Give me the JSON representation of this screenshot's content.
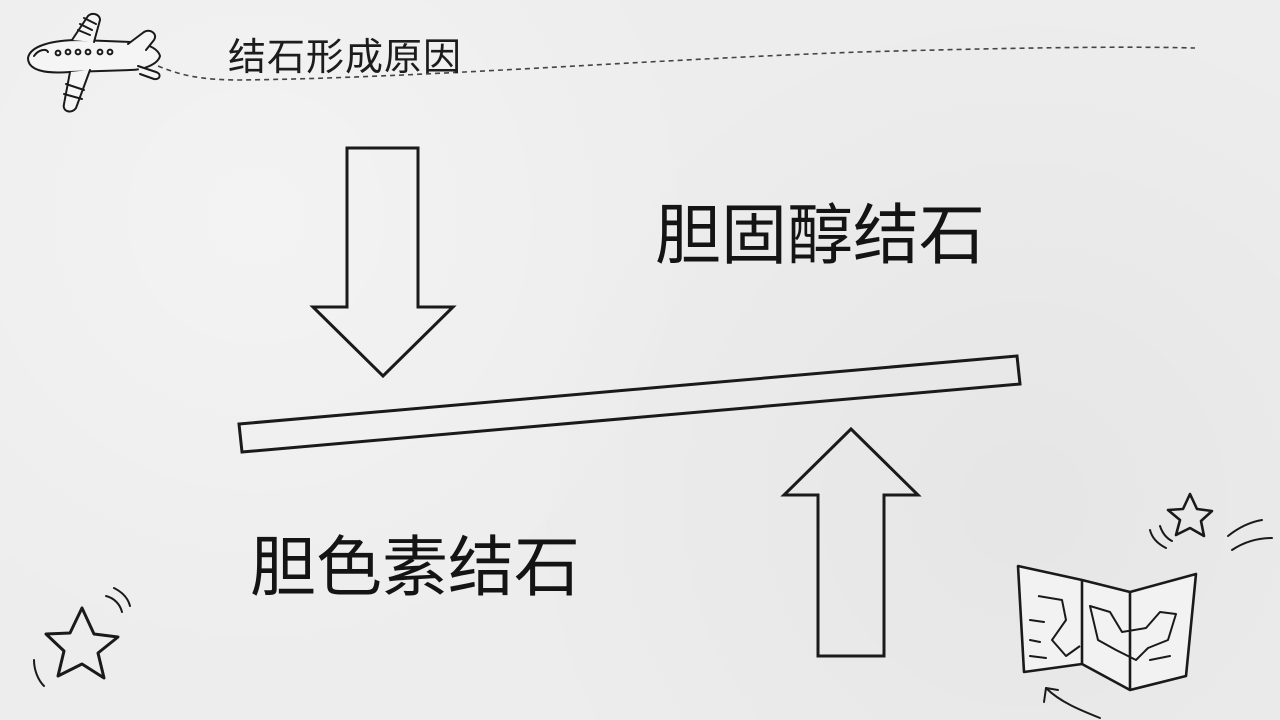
{
  "slide": {
    "title": "结石形成原因",
    "label_top": "胆固醇结石",
    "label_bottom": "胆色素结石"
  },
  "icons": [
    "airplane-icon",
    "star-icon",
    "map-icon",
    "curved-arrow-icon"
  ],
  "colors": {
    "background": "#ededed",
    "stroke": "#1a1a1a"
  }
}
